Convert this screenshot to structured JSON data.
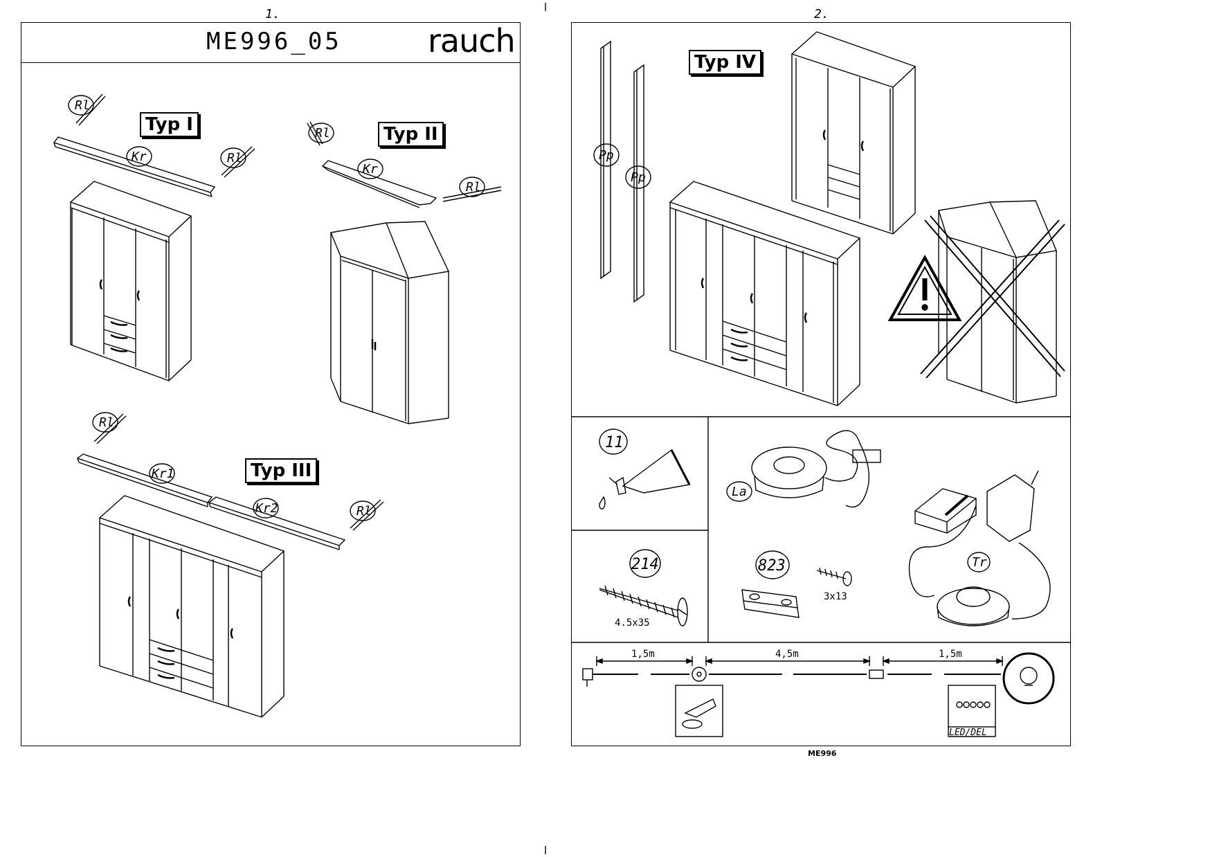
{
  "pages": {
    "left_number": "1.",
    "right_number": "2."
  },
  "header": {
    "model": "ME996_05",
    "brand": "rauch"
  },
  "types": {
    "typ1": "Typ I",
    "typ2": "Typ II",
    "typ3": "Typ III",
    "typ4": "Typ IV"
  },
  "parts": {
    "rl": "Rl",
    "kr": "Kr",
    "kr1": "Kr1",
    "kr2": "Kr2",
    "pp": "Pp",
    "glue": "11",
    "lamp": "La",
    "screw_214": "214",
    "screw_214_size": "4.5x35",
    "part_823": "823",
    "screw_823_size": "3x13",
    "transformer": "Tr"
  },
  "cable": {
    "seg1": "1,5m",
    "seg2": "4,5m",
    "seg3": "1,5m",
    "led_label": "LED/DEL"
  },
  "footer": {
    "doc_code": "ME996"
  }
}
